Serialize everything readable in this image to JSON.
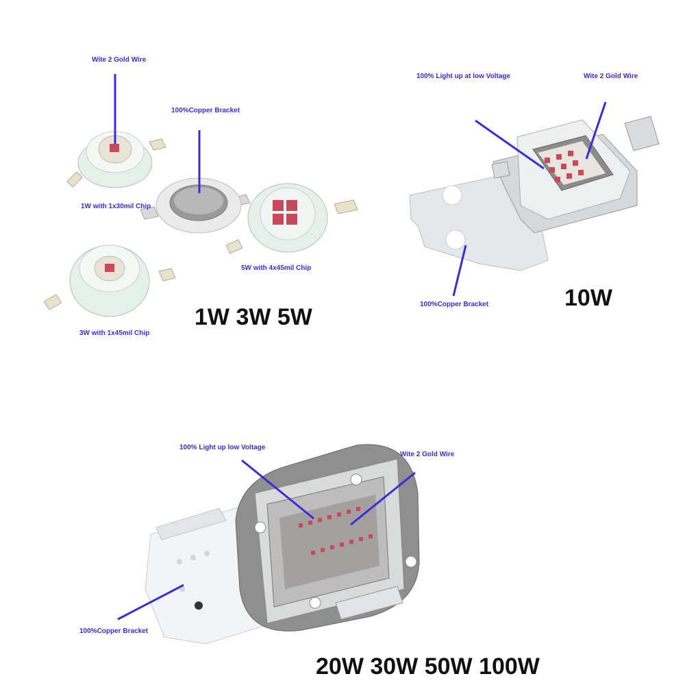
{
  "panel1": {
    "label_gold_wire": "Wite 2 Gold Wire",
    "label_copper": "100%Copper Bracket",
    "label_1w": "1W with 1x30mil Chip",
    "label_5w": "5W with 4x45mil Chip",
    "label_3w": "3W with 1x45mil Chip",
    "title": "1W 3W 5W"
  },
  "panel2": {
    "label_light": "100% Light up at low Voltage",
    "label_gold_wire": "Wite 2 Gold Wire",
    "label_copper": "100%Copper Bracket",
    "title": "10W"
  },
  "panel3": {
    "label_light": "100% Light up low Voltage",
    "label_gold_wire": "Wite 2 Gold Wire",
    "label_copper": "100%Copper Bracket",
    "title": "20W 30W 50W 100W"
  },
  "colors": {
    "annotation": "#3b2bd6",
    "chip": "#c84a5a",
    "bracket": "#c8cdd2"
  }
}
